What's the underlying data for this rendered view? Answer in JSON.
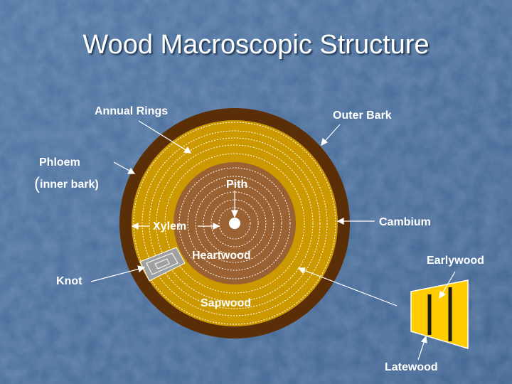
{
  "title": "Wood Macroscopic Structure",
  "labels": {
    "annual_rings": "Annual Rings",
    "outer_bark": "Outer Bark",
    "phloem": "Phloem",
    "phloem_paren": "(",
    "phloem_sub": "inner bark)",
    "pith": "Pith",
    "xylem": "Xylem",
    "cambium": "Cambium",
    "heartwood": "Heartwood",
    "earlywood": "Earlywood",
    "knot": "Knot",
    "sapwood": "Sapwood",
    "latewood": "Latewood"
  },
  "colors": {
    "background": "#4a6f9b",
    "outer_bark": "#5a2e06",
    "sapwood": "#cc9900",
    "heartwood": "#9a6133",
    "pith": "#ffffff",
    "knot": "#a0a0a0",
    "latewood_block": "#ffcc00",
    "latewood_band": "#1a1a1a"
  }
}
